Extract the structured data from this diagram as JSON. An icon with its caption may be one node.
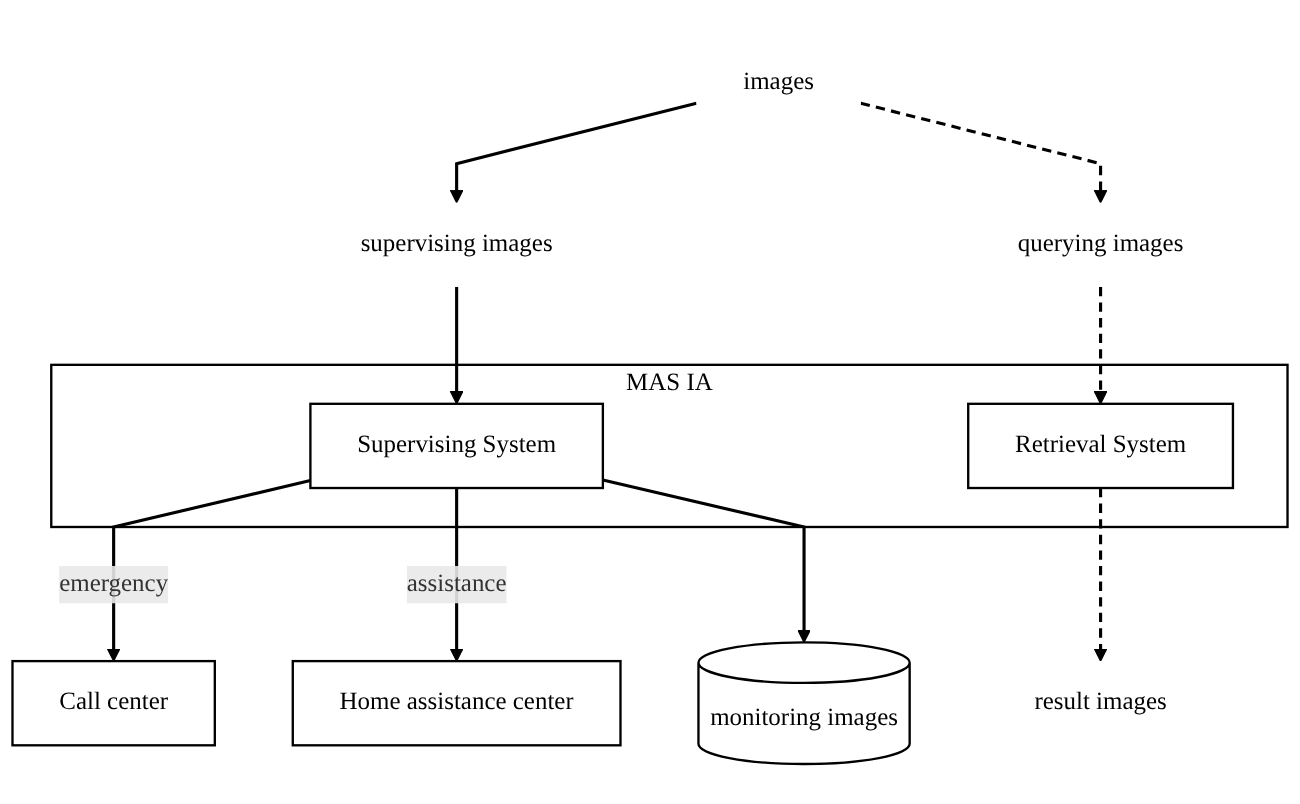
{
  "diagram": {
    "nodes": [
      {
        "text": [
          "images"
        ]
      },
      {
        "text": [
          "supervising images"
        ]
      },
      {
        "text": [
          "querying images"
        ]
      },
      {
        "text": [
          "MAS  IA"
        ]
      },
      {
        "text": [
          "Supervising System"
        ],
        "in": 3
      },
      {
        "text": [
          "Retrieval System"
        ],
        "in": 3
      },
      {
        "text": [
          "Call center"
        ]
      },
      {
        "text": [
          "Home assistance center"
        ]
      },
      {
        "text": [
          "monitoring images"
        ]
      },
      {
        "text": [
          "result images"
        ]
      }
    ],
    "edges": [
      {
        "from": 0,
        "to": 1,
        "arrow": "to"
      },
      {
        "from": 0,
        "to": 2,
        "arrow": "to",
        "style": "dashed"
      },
      {
        "from": 1,
        "to": 4,
        "arrow": "to"
      },
      {
        "from": 2,
        "to": 5,
        "arrow": "to",
        "style": "dashed"
      },
      {
        "from": 4,
        "to": 6,
        "arrow": "to",
        "label": "emergency"
      },
      {
        "from": 4,
        "to": 7,
        "arrow": "to",
        "label": "assistance"
      },
      {
        "from": 4,
        "to": 8,
        "arrow": "to"
      },
      {
        "from": 5,
        "to": 9,
        "arrow": "to",
        "style": "dashed"
      }
    ]
  }
}
